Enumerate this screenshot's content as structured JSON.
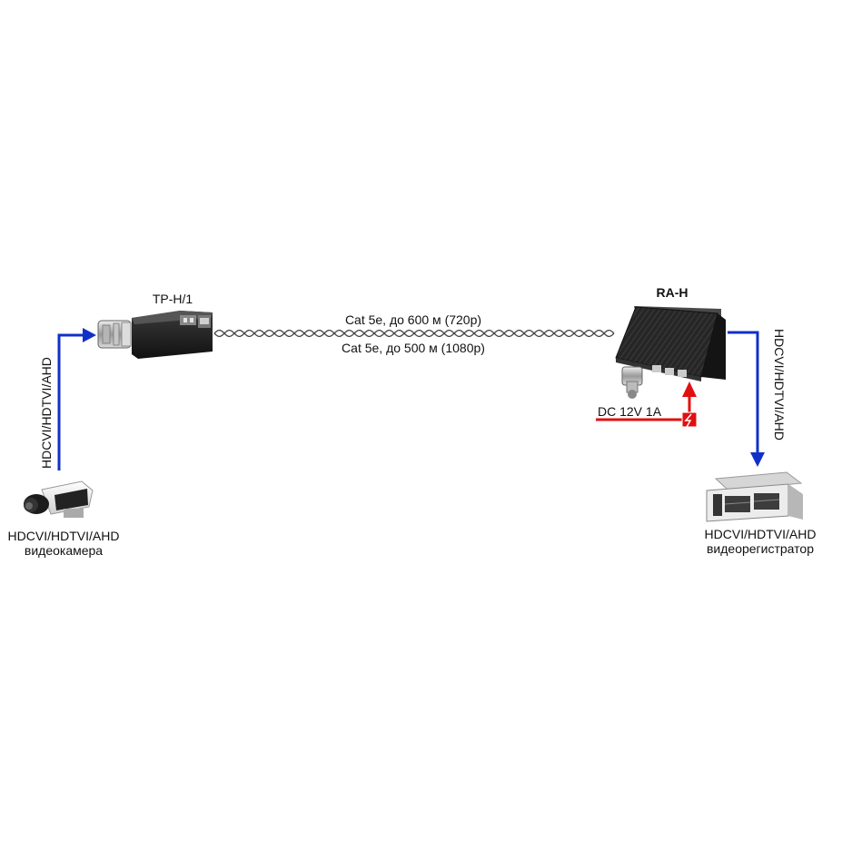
{
  "devices": {
    "transmitter": {
      "name": "TP-H/1"
    },
    "receiver": {
      "name": "RA-H"
    },
    "camera": {
      "line1": "HDCVI/HDTVI/AHD",
      "line2": "видеокамера"
    },
    "recorder": {
      "line1": "HDCVI/HDTVI/AHD",
      "line2": "видеорегистратор"
    }
  },
  "cable": {
    "line1": "Cat 5e, до 600 м (720р)",
    "line2": "Cat 5e, до 500 м (1080р)"
  },
  "signal_labels": {
    "input": "HDCVI/HDTVI/AHD",
    "output": "HDCVI/HDTVI/AHD"
  },
  "power": {
    "label": "DC 12V 1A"
  },
  "colors": {
    "signal_arrow": "#1030c8",
    "power_arrow": "#e01010",
    "device_body": "#1c1c1c",
    "cable": "#444444"
  }
}
